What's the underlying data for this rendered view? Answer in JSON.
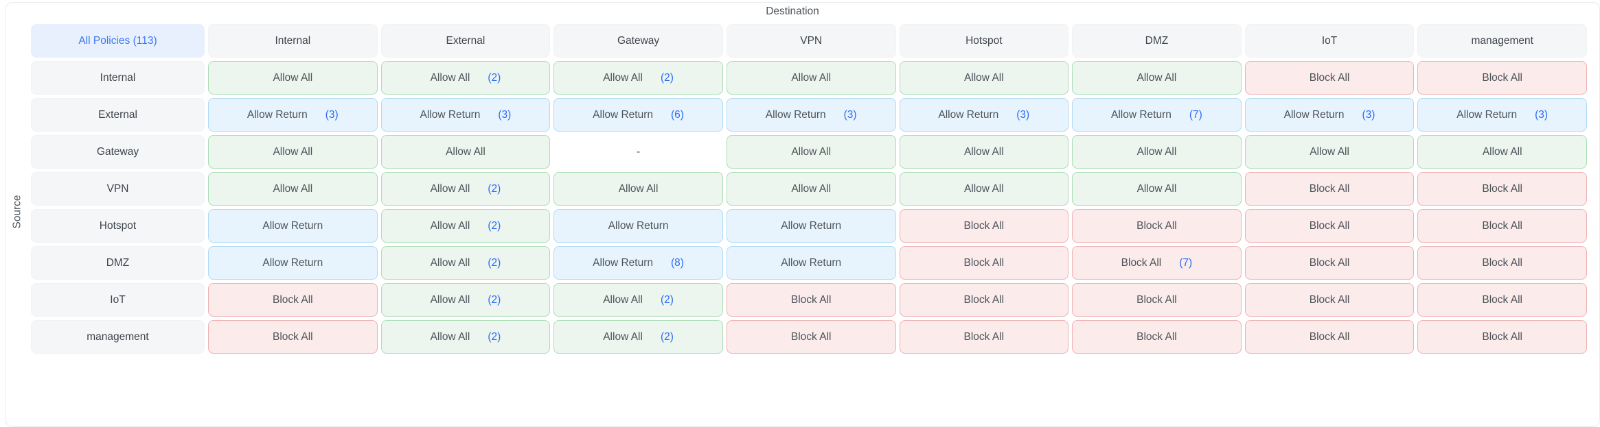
{
  "axes": {
    "destination_label": "Destination",
    "source_label": "Source"
  },
  "corner": {
    "label": "All Policies (113)"
  },
  "columns": [
    "Internal",
    "External",
    "Gateway",
    "VPN",
    "Hotspot",
    "DMZ",
    "IoT",
    "management"
  ],
  "rows": [
    {
      "source": "Internal",
      "cells": [
        {
          "action": "Allow All",
          "type": "allow",
          "count": null
        },
        {
          "action": "Allow All",
          "type": "allow",
          "count": 2
        },
        {
          "action": "Allow All",
          "type": "allow",
          "count": 2
        },
        {
          "action": "Allow All",
          "type": "allow",
          "count": null
        },
        {
          "action": "Allow All",
          "type": "allow",
          "count": null
        },
        {
          "action": "Allow All",
          "type": "allow",
          "count": null
        },
        {
          "action": "Block All",
          "type": "block",
          "count": null
        },
        {
          "action": "Block All",
          "type": "block",
          "count": null
        }
      ]
    },
    {
      "source": "External",
      "cells": [
        {
          "action": "Allow Return",
          "type": "return",
          "count": 3
        },
        {
          "action": "Allow Return",
          "type": "return",
          "count": 3
        },
        {
          "action": "Allow Return",
          "type": "return",
          "count": 6
        },
        {
          "action": "Allow Return",
          "type": "return",
          "count": 3
        },
        {
          "action": "Allow Return",
          "type": "return",
          "count": 3
        },
        {
          "action": "Allow Return",
          "type": "return",
          "count": 7
        },
        {
          "action": "Allow Return",
          "type": "return",
          "count": 3
        },
        {
          "action": "Allow Return",
          "type": "return",
          "count": 3
        }
      ]
    },
    {
      "source": "Gateway",
      "cells": [
        {
          "action": "Allow All",
          "type": "allow",
          "count": null
        },
        {
          "action": "Allow All",
          "type": "allow",
          "count": null
        },
        {
          "action": "-",
          "type": "none",
          "count": null
        },
        {
          "action": "Allow All",
          "type": "allow",
          "count": null
        },
        {
          "action": "Allow All",
          "type": "allow",
          "count": null
        },
        {
          "action": "Allow All",
          "type": "allow",
          "count": null
        },
        {
          "action": "Allow All",
          "type": "allow",
          "count": null
        },
        {
          "action": "Allow All",
          "type": "allow",
          "count": null
        }
      ]
    },
    {
      "source": "VPN",
      "cells": [
        {
          "action": "Allow All",
          "type": "allow",
          "count": null
        },
        {
          "action": "Allow All",
          "type": "allow",
          "count": 2
        },
        {
          "action": "Allow All",
          "type": "allow",
          "count": null
        },
        {
          "action": "Allow All",
          "type": "allow",
          "count": null
        },
        {
          "action": "Allow All",
          "type": "allow",
          "count": null
        },
        {
          "action": "Allow All",
          "type": "allow",
          "count": null
        },
        {
          "action": "Block All",
          "type": "block",
          "count": null
        },
        {
          "action": "Block All",
          "type": "block",
          "count": null
        }
      ]
    },
    {
      "source": "Hotspot",
      "cells": [
        {
          "action": "Allow Return",
          "type": "return",
          "count": null
        },
        {
          "action": "Allow All",
          "type": "allow",
          "count": 2
        },
        {
          "action": "Allow Return",
          "type": "return",
          "count": null
        },
        {
          "action": "Allow Return",
          "type": "return",
          "count": null
        },
        {
          "action": "Block All",
          "type": "block",
          "count": null
        },
        {
          "action": "Block All",
          "type": "block",
          "count": null
        },
        {
          "action": "Block All",
          "type": "block",
          "count": null
        },
        {
          "action": "Block All",
          "type": "block",
          "count": null
        }
      ]
    },
    {
      "source": "DMZ",
      "cells": [
        {
          "action": "Allow Return",
          "type": "return",
          "count": null
        },
        {
          "action": "Allow All",
          "type": "allow",
          "count": 2
        },
        {
          "action": "Allow Return",
          "type": "return",
          "count": 8
        },
        {
          "action": "Allow Return",
          "type": "return",
          "count": null
        },
        {
          "action": "Block All",
          "type": "block",
          "count": null
        },
        {
          "action": "Block All",
          "type": "block",
          "count": 7
        },
        {
          "action": "Block All",
          "type": "block",
          "count": null
        },
        {
          "action": "Block All",
          "type": "block",
          "count": null
        }
      ]
    },
    {
      "source": "IoT",
      "cells": [
        {
          "action": "Block All",
          "type": "block",
          "count": null
        },
        {
          "action": "Allow All",
          "type": "allow",
          "count": 2
        },
        {
          "action": "Allow All",
          "type": "allow",
          "count": 2
        },
        {
          "action": "Block All",
          "type": "block",
          "count": null
        },
        {
          "action": "Block All",
          "type": "block",
          "count": null
        },
        {
          "action": "Block All",
          "type": "block",
          "count": null
        },
        {
          "action": "Block All",
          "type": "block",
          "count": null
        },
        {
          "action": "Block All",
          "type": "block",
          "count": null
        }
      ]
    },
    {
      "source": "management",
      "cells": [
        {
          "action": "Block All",
          "type": "block",
          "count": null
        },
        {
          "action": "Allow All",
          "type": "allow",
          "count": 2
        },
        {
          "action": "Allow All",
          "type": "allow",
          "count": 2
        },
        {
          "action": "Block All",
          "type": "block",
          "count": null
        },
        {
          "action": "Block All",
          "type": "block",
          "count": null
        },
        {
          "action": "Block All",
          "type": "block",
          "count": null
        },
        {
          "action": "Block All",
          "type": "block",
          "count": null
        },
        {
          "action": "Block All",
          "type": "block",
          "count": null
        }
      ]
    }
  ],
  "colors": {
    "allow_bg": "#ecf6ef",
    "allow_border": "#abdcb5",
    "return_bg": "#e8f4fd",
    "return_border": "#aed9f5",
    "block_bg": "#fbebeb",
    "block_border": "#efb0b2",
    "header_bg": "#f5f6f8",
    "corner_bg": "#e8f0fd",
    "corner_text": "#3b78f2",
    "count_text": "#2e6cf6",
    "cell_text": "#4d5359"
  }
}
